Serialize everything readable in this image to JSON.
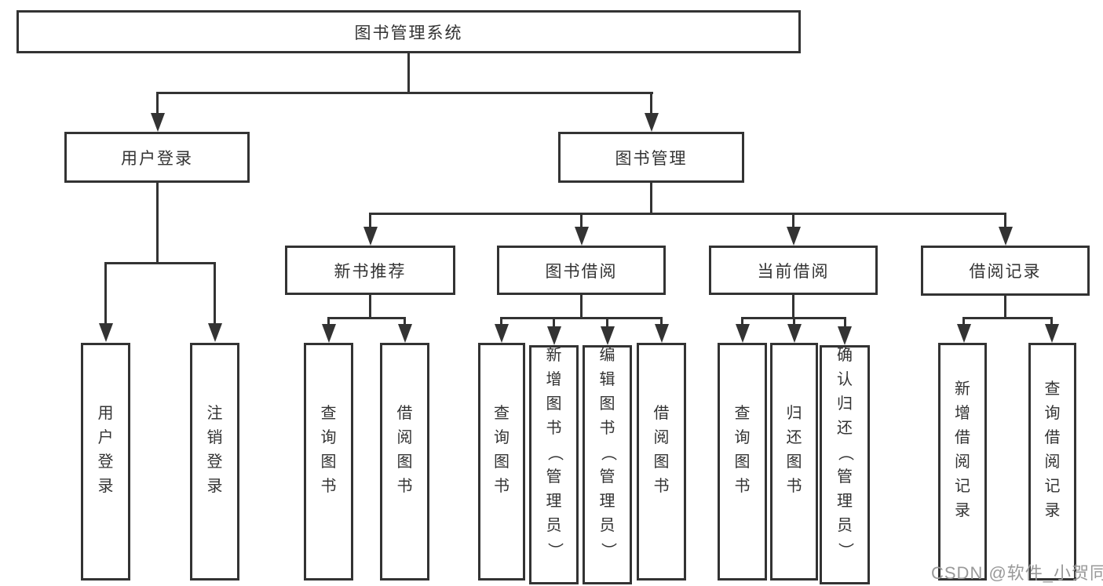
{
  "colors": {
    "line": "#333333",
    "text": "#333333",
    "background": "#ffffff",
    "watermark": "#999999"
  },
  "diagram": {
    "title": "图书管理系统",
    "branches": [
      {
        "label": "用户登录",
        "children": [
          {
            "label": "用户登录"
          },
          {
            "label": "注销登录"
          }
        ]
      },
      {
        "label": "图书管理",
        "children": [
          {
            "label": "新书推荐",
            "children": [
              {
                "label": "查询图书"
              },
              {
                "label": "借阅图书"
              }
            ]
          },
          {
            "label": "图书借阅",
            "children": [
              {
                "label": "查询图书"
              },
              {
                "label": "新增图书（管理员）"
              },
              {
                "label": "编辑图书（管理员）"
              },
              {
                "label": "借阅图书"
              }
            ]
          },
          {
            "label": "当前借阅",
            "children": [
              {
                "label": "查询图书"
              },
              {
                "label": "归还图书"
              },
              {
                "label": "确认归还（管理员）"
              }
            ]
          },
          {
            "label": "借阅记录",
            "children": [
              {
                "label": "新增借阅记录"
              },
              {
                "label": "查询借阅记录"
              }
            ]
          }
        ]
      }
    ]
  },
  "watermark": {
    "text": "CSDN @软件_小贺同学"
  }
}
